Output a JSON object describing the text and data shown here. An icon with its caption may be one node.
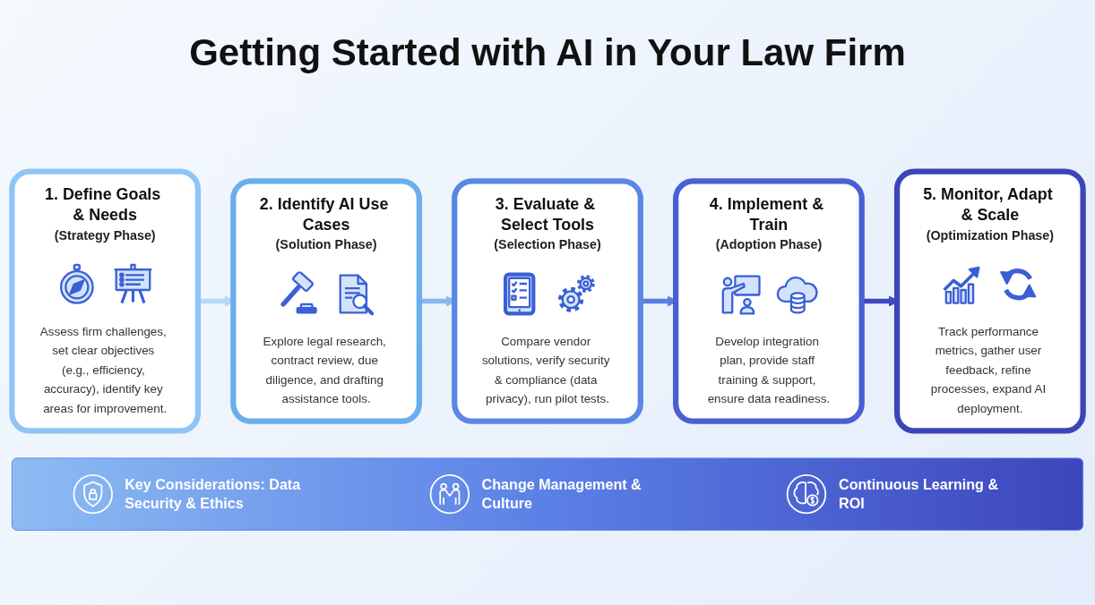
{
  "diagram": {
    "title": "Getting Started with AI in Your Law Firm",
    "nodes": [
      {
        "text": [
          "1. Define Goals & Needs",
          "(Strategy Phase)",
          "Assess firm challenges, set clear objectives (e.g., efficiency, accuracy), identify key areas for improvement."
        ]
      },
      {
        "text": [
          "2. Identify AI Use Cases",
          "(Solution Phase)",
          "Explore legal research, contract review, due diligence, and drafting assistance tools."
        ]
      },
      {
        "text": [
          "3. Evaluate & Select Tools",
          "(Selection Phase)",
          "Compare vendor solutions, verify security & compliance (data privacy), run pilot tests."
        ]
      },
      {
        "text": [
          "4. Implement & Train",
          "(Adoption Phase)",
          "Develop integration plan, provide staff training & support, ensure data readiness."
        ]
      },
      {
        "text": [
          "5. Monitor, Adapt & Scale",
          "(Optimization Phase)",
          "Track performance metrics, gather user feedback, refine processes, expand AI deployment."
        ]
      },
      {
        "text": [
          "Key Considerations: Data Security & Ethics",
          "Change Management & Culture",
          "Continuous Learning & ROI"
        ]
      }
    ],
    "edges": [
      {
        "from": 0,
        "to": 1,
        "arrow": "to",
        "color": "#b5d8f7"
      },
      {
        "from": 1,
        "to": 2,
        "arrow": "to",
        "color": "#8ab8f0"
      },
      {
        "from": 2,
        "to": 3,
        "arrow": "to",
        "color": "#5b7de3"
      },
      {
        "from": 3,
        "to": 4,
        "arrow": "to",
        "color": "#3f48c0"
      }
    ]
  }
}
